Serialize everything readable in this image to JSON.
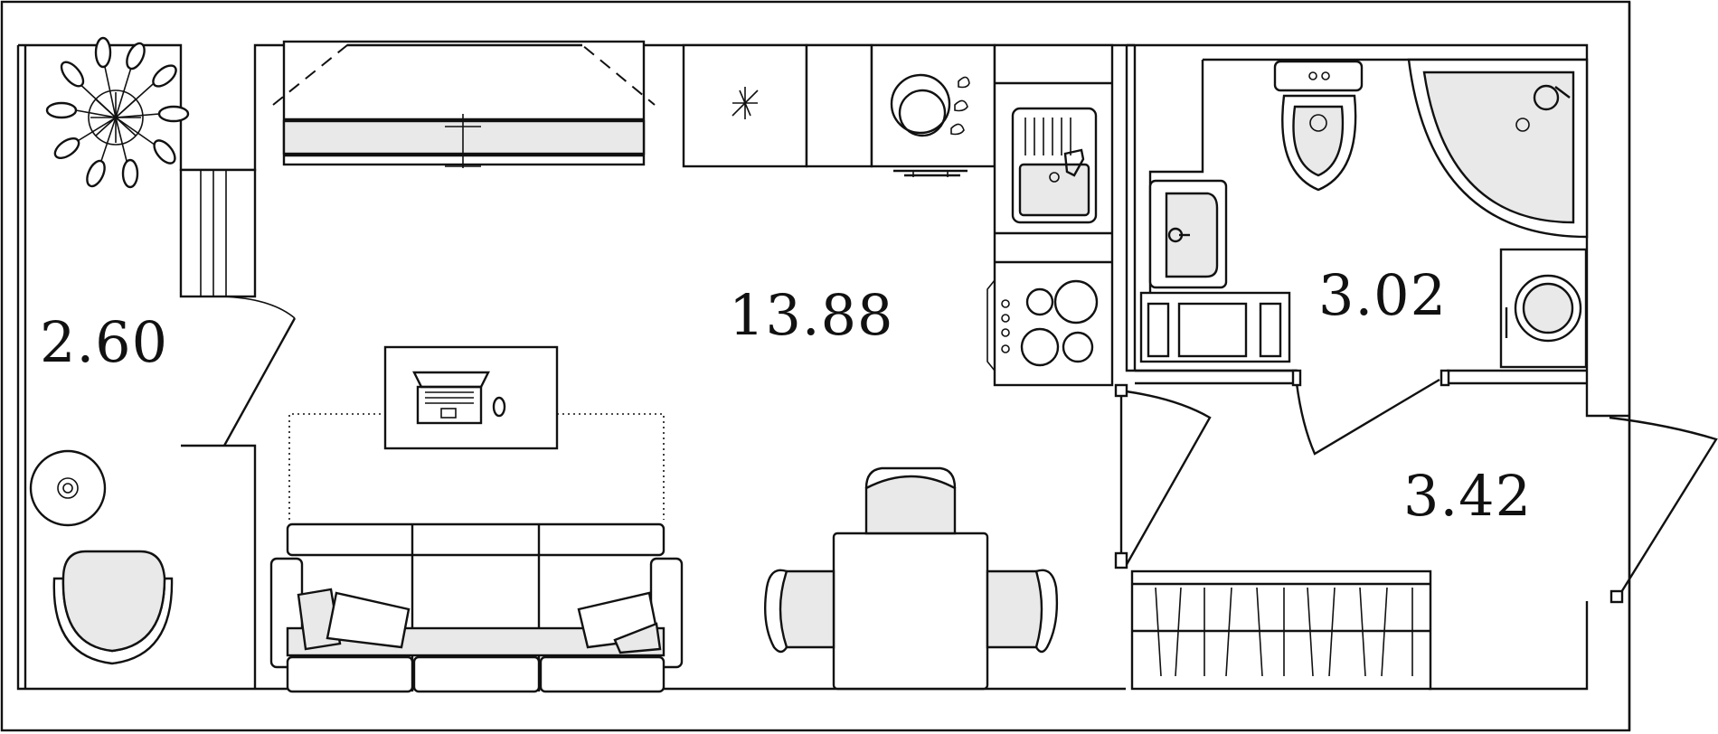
{
  "rooms": [
    {
      "id": "balcony",
      "area": "2.60"
    },
    {
      "id": "living-room",
      "area": "13.88"
    },
    {
      "id": "bathroom",
      "area": "3.02"
    },
    {
      "id": "hallway",
      "area": "3.42"
    }
  ],
  "colors": {
    "line": "#111111",
    "fill": "#e9e9e9",
    "background": "#ffffff"
  }
}
